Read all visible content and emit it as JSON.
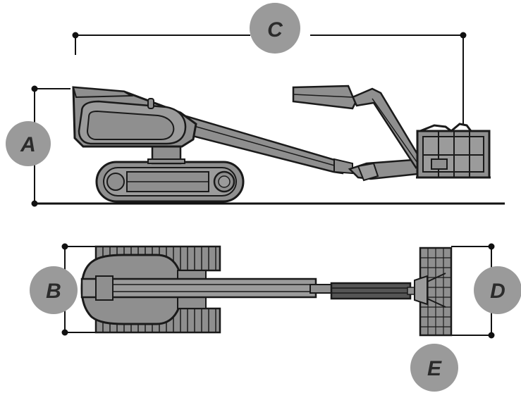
{
  "dimensions": [
    {
      "key": "A",
      "label": "A"
    },
    {
      "key": "B",
      "label": "B"
    },
    {
      "key": "C",
      "label": "C"
    },
    {
      "key": "D",
      "label": "D"
    },
    {
      "key": "E",
      "label": "E"
    }
  ],
  "colors": {
    "badge_fill": "#9a9a9a",
    "badge_text": "#2b2b2b",
    "machine_fill": "#8f8f8f",
    "machine_dark": "#6e6e6e",
    "outline": "#1a1a1a",
    "dimension_line": "#111111"
  }
}
